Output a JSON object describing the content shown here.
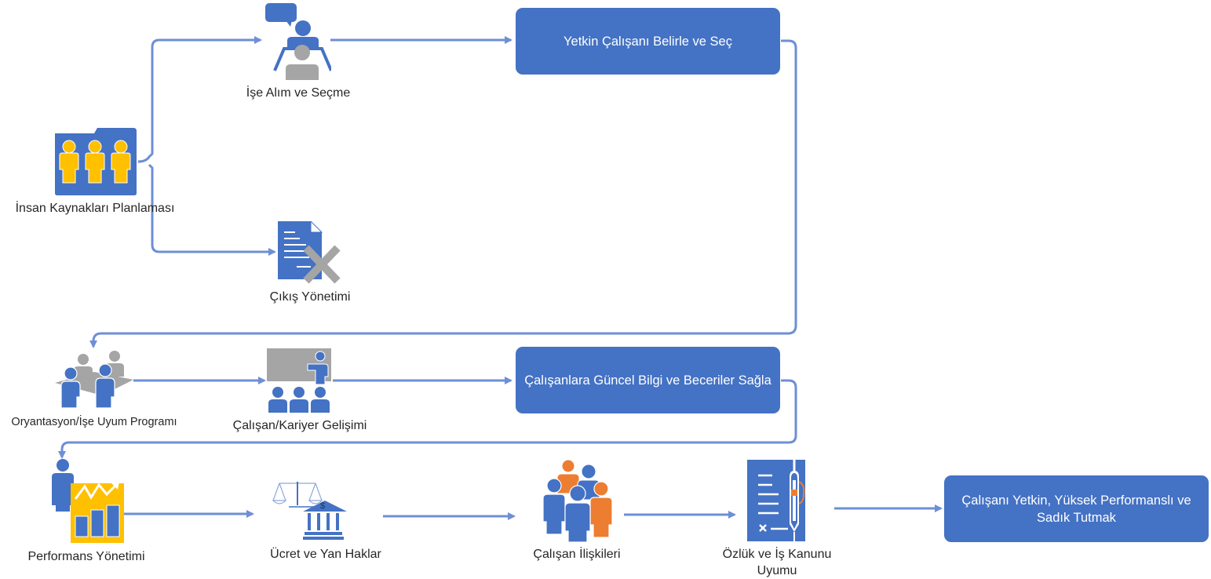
{
  "diagram": {
    "title": "HR process flow",
    "colors": {
      "primary_blue": "#4472C4",
      "connector_blue": "#6E8FD6",
      "accent_yellow": "#FFC000",
      "accent_orange": "#ED7D31",
      "neutral_gray": "#A5A5A5",
      "label_text": "#262626"
    },
    "nodes": {
      "hr_planning": {
        "label": "İnsan Kaynakları Planlaması",
        "icon": "people-folder-icon"
      },
      "recruitment": {
        "label": "İşe Alım ve Seçme",
        "icon": "interview-icon"
      },
      "exit_management": {
        "label": "Çıkış Yönetimi",
        "icon": "document-cancel-icon"
      },
      "orientation": {
        "label": "Oryantasyon/İşe Uyum Programı",
        "icon": "meeting-table-icon"
      },
      "career_development": {
        "label": "Çalışan/Kariyer Gelişimi",
        "icon": "presentation-icon"
      },
      "performance": {
        "label": "Performans Yönetimi",
        "icon": "performance-chart-icon"
      },
      "compensation": {
        "label": "Ücret ve Yan Haklar",
        "icon": "scales-bank-icon"
      },
      "employee_relations": {
        "label": "Çalışan İlişkileri",
        "icon": "group-people-icon"
      },
      "compliance": {
        "label_line1": "Özlük ve İş Kanunu",
        "label_line2": "Uyumu",
        "icon": "contract-pen-icon"
      }
    },
    "goals": {
      "select": {
        "label": "Yetkin Çalışanı Belirle ve Seç"
      },
      "skills": {
        "label": "Çalışanlara Güncel Bilgi ve Beceriler Sağla"
      },
      "retain": {
        "label": "Çalışanı Yetkin, Yüksek Performanslı ve Sadık Tutmak"
      }
    },
    "edges": [
      {
        "from": "hr_planning",
        "to": "recruitment"
      },
      {
        "from": "hr_planning",
        "to": "exit_management"
      },
      {
        "from": "recruitment",
        "to": "select"
      },
      {
        "from": "select",
        "to": "orientation"
      },
      {
        "from": "orientation",
        "to": "career_development"
      },
      {
        "from": "career_development",
        "to": "skills"
      },
      {
        "from": "skills",
        "to": "performance"
      },
      {
        "from": "performance",
        "to": "compensation"
      },
      {
        "from": "compensation",
        "to": "employee_relations"
      },
      {
        "from": "employee_relations",
        "to": "compliance"
      },
      {
        "from": "compliance",
        "to": "retain"
      }
    ]
  }
}
